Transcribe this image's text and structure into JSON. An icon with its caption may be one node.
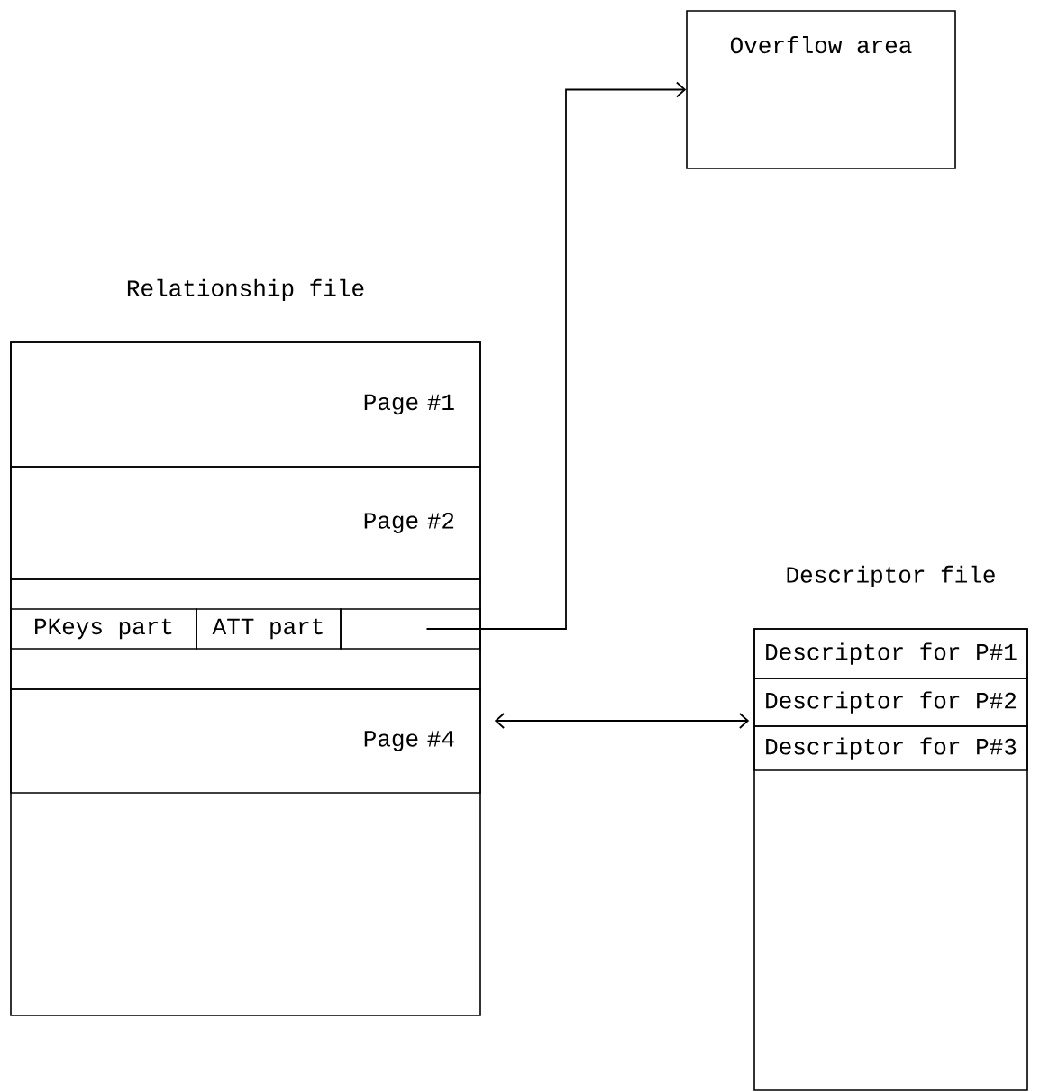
{
  "diagram": {
    "nodes": [
      {
        "text": [
          "Overflow area"
        ]
      },
      {
        "text": [
          "Relationship file"
        ]
      },
      {
        "text": [
          "Page #1"
        ],
        "in": 1
      },
      {
        "text": [
          "Page #2"
        ],
        "in": 1
      },
      {
        "text": [],
        "shape": "box",
        "in": 1
      },
      {
        "text": [
          "PKeys part"
        ],
        "in": 4
      },
      {
        "text": [
          "ATT part"
        ],
        "in": 4
      },
      {
        "text": [],
        "shape": "box",
        "in": 4
      },
      {
        "text": [
          "Page #4"
        ],
        "in": 1
      },
      {
        "text": [
          "Descriptor file"
        ]
      },
      {
        "text": [
          "Descriptor for P#1"
        ],
        "in": 9
      },
      {
        "text": [
          "Descriptor for P#2"
        ],
        "in": 9
      },
      {
        "text": [
          "Descriptor for P#3"
        ],
        "in": 9
      }
    ],
    "edges": [
      {
        "from": 7,
        "to": 0,
        "arrow": "to"
      },
      {
        "from": 8,
        "to": 9,
        "arrow": "both"
      }
    ]
  }
}
